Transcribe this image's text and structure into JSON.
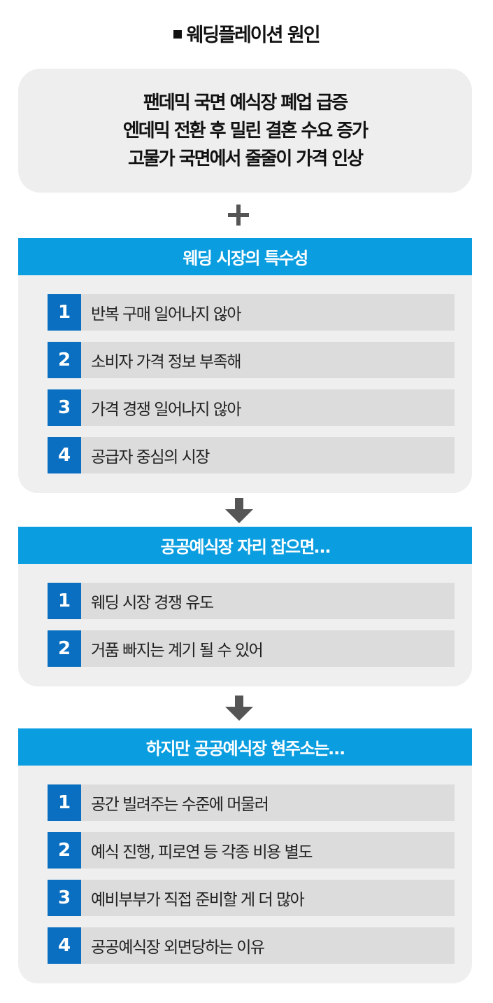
{
  "title": "웨딩플레이션 원인",
  "causes": [
    "팬데믹 국면 예식장 폐업 급증",
    "엔데믹 전환 후 밀린 결혼 수요 증가",
    "고물가 국면에서 줄줄이 가격 인상"
  ],
  "sections": [
    {
      "heading": "웨딩 시장의 특수성",
      "items": [
        {
          "n": "1",
          "text": "반복 구매 일어나지 않아"
        },
        {
          "n": "2",
          "text": "소비자 가격 정보 부족해"
        },
        {
          "n": "3",
          "text": "가격 경쟁 일어나지 않아"
        },
        {
          "n": "4",
          "text": "공급자 중심의 시장"
        }
      ]
    },
    {
      "heading": "공공예식장 자리 잡으면…",
      "items": [
        {
          "n": "1",
          "text": "웨딩 시장 경쟁 유도"
        },
        {
          "n": "2",
          "text": "거품 빠지는 계기 될 수 있어"
        }
      ]
    },
    {
      "heading": "하지만 공공예식장 현주소는…",
      "items": [
        {
          "n": "1",
          "text": "공간 빌려주는 수준에 머물러"
        },
        {
          "n": "2",
          "text": "예식 진행, 피로연 등 각종 비용 별도"
        },
        {
          "n": "3",
          "text": "예비부부가 직접 준비할 게 더 많아"
        },
        {
          "n": "4",
          "text": "공공예식장 외면당하는 이유"
        }
      ]
    }
  ],
  "colors": {
    "header": "#0a9de0",
    "number": "#0a6fc0",
    "panel": "#efefef",
    "item": "#dcdcdc"
  }
}
